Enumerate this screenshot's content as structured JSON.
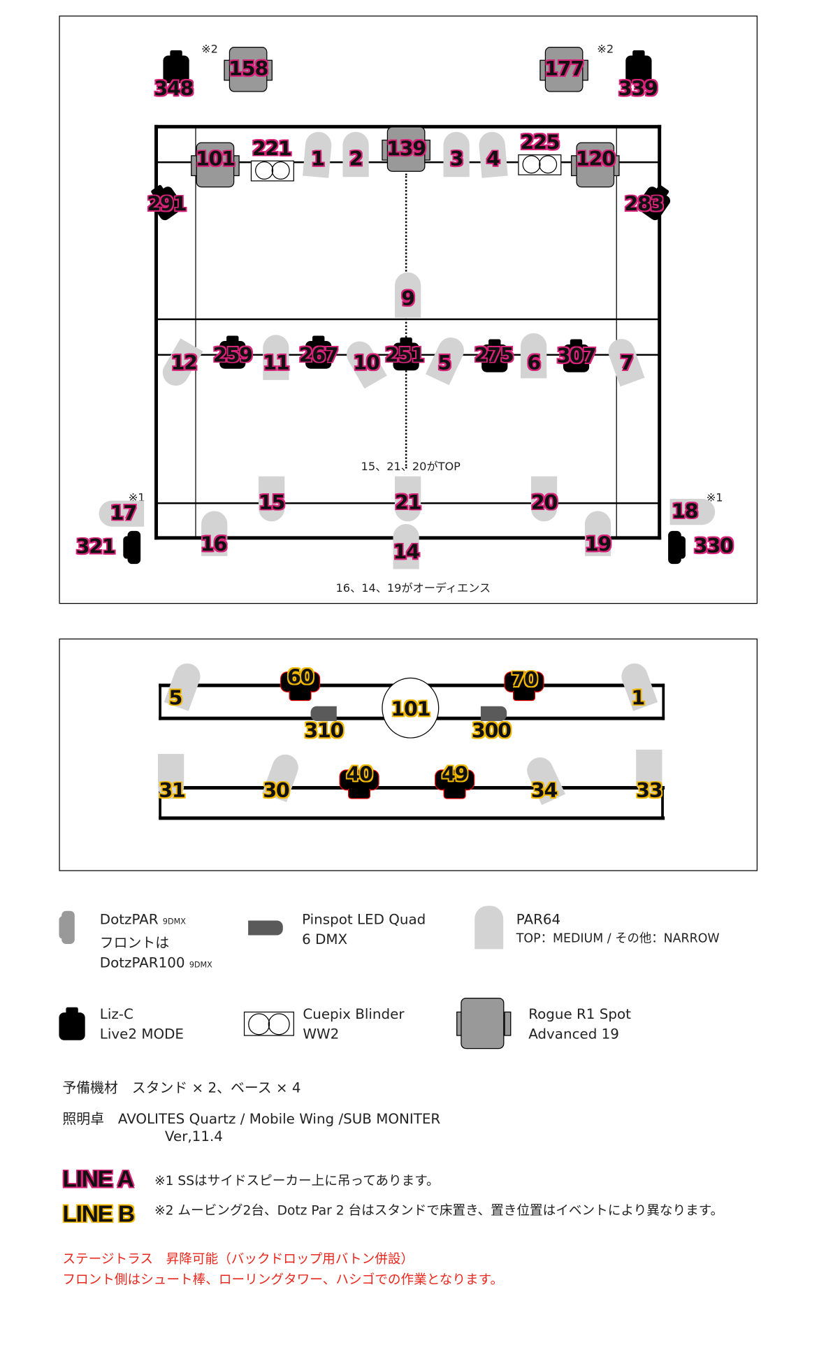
{
  "diagram_a": {
    "label_color": "#d8237a",
    "fixtures": [
      {
        "label": "348",
        "type": "liz-c"
      },
      {
        "label": "158",
        "type": "rogue"
      },
      {
        "label": "177",
        "type": "rogue"
      },
      {
        "label": "339",
        "type": "liz-c"
      },
      {
        "label": "101",
        "type": "rogue"
      },
      {
        "label": "221",
        "type": "blinder"
      },
      {
        "label": "1",
        "type": "par64"
      },
      {
        "label": "2",
        "type": "par64"
      },
      {
        "label": "139",
        "type": "rogue"
      },
      {
        "label": "3",
        "type": "par64"
      },
      {
        "label": "4",
        "type": "par64"
      },
      {
        "label": "225",
        "type": "blinder"
      },
      {
        "label": "120",
        "type": "rogue"
      },
      {
        "label": "291",
        "type": "liz-c"
      },
      {
        "label": "283",
        "type": "liz-c"
      },
      {
        "label": "9",
        "type": "par64"
      },
      {
        "label": "12",
        "type": "par64"
      },
      {
        "label": "259",
        "type": "liz-c"
      },
      {
        "label": "11",
        "type": "par64"
      },
      {
        "label": "267",
        "type": "liz-c"
      },
      {
        "label": "10",
        "type": "par64"
      },
      {
        "label": "251",
        "type": "liz-c"
      },
      {
        "label": "5",
        "type": "par64"
      },
      {
        "label": "275",
        "type": "liz-c"
      },
      {
        "label": "6",
        "type": "par64"
      },
      {
        "label": "307",
        "type": "liz-c"
      },
      {
        "label": "7",
        "type": "par64"
      },
      {
        "label": "15",
        "type": "par64"
      },
      {
        "label": "21",
        "type": "par64"
      },
      {
        "label": "20",
        "type": "par64"
      },
      {
        "label": "17",
        "type": "par64"
      },
      {
        "label": "18",
        "type": "par64"
      },
      {
        "label": "16",
        "type": "par64"
      },
      {
        "label": "14",
        "type": "par64"
      },
      {
        "label": "19",
        "type": "par64"
      },
      {
        "label": "321",
        "type": "dotzpar"
      },
      {
        "label": "330",
        "type": "dotzpar"
      }
    ],
    "notes": {
      "n2_left": "※2",
      "n2_right": "※2",
      "n1_left": "※1",
      "n1_right": "※1"
    },
    "top_caption": "15、21、20がTOP",
    "audience_caption": "16、14、19がオーディエンス"
  },
  "diagram_b": {
    "label_color": "#f2b800",
    "fixtures": [
      {
        "label": "5",
        "type": "par64"
      },
      {
        "label": "60",
        "type": "liz-c"
      },
      {
        "label": "310",
        "type": "pinspot"
      },
      {
        "label": "101",
        "type": "mirror-ball"
      },
      {
        "label": "300",
        "type": "pinspot"
      },
      {
        "label": "70",
        "type": "liz-c"
      },
      {
        "label": "1",
        "type": "par64"
      },
      {
        "label": "31",
        "type": "par64"
      },
      {
        "label": "30",
        "type": "par64"
      },
      {
        "label": "40",
        "type": "liz-c"
      },
      {
        "label": "49",
        "type": "liz-c"
      },
      {
        "label": "34",
        "type": "par64"
      },
      {
        "label": "33",
        "type": "par64"
      }
    ]
  },
  "legend": {
    "dotz": {
      "name": "DotzPAR",
      "name_dmx": "9DMX",
      "line2": "フロントは",
      "line3": "DotzPAR100",
      "line3_dmx": "9DMX"
    },
    "pinspot": {
      "line1": "Pinspot LED Quad",
      "line2": "6 DMX"
    },
    "par64": {
      "line1": "PAR64",
      "line2": "TOP：MEDIUM / その他：NARROW"
    },
    "liz": {
      "line1": "Liz-C",
      "line2": "Live2 MODE"
    },
    "blinder": {
      "line1": "Cuepix Blinder",
      "line2": "WW2"
    },
    "rogue": {
      "line1": "Rogue R1 Spot",
      "line2": "Advanced 19"
    }
  },
  "info": {
    "spare": "予備機材　スタンド × 2、ベース × 4",
    "console": "照明卓　AVOLITES Quartz / Mobile Wing /SUB MONITER",
    "console_ver": "Ver,11.4",
    "line_a": "LINE A",
    "line_b": "LINE B",
    "note1": "※1 SSはサイドスピーカー上に吊ってあります。",
    "note2": "※2 ムービング2台、Dotz Par 2 台はスタンドで床置き、置き位置はイベントにより異なります。",
    "red1": "ステージトラス　昇降可能（バックドロップ用バトン併設）",
    "red2": "フロント側はシュート棒、ローリングタワー、ハシゴでの作業となります。",
    "red_color": "#e8281e"
  }
}
